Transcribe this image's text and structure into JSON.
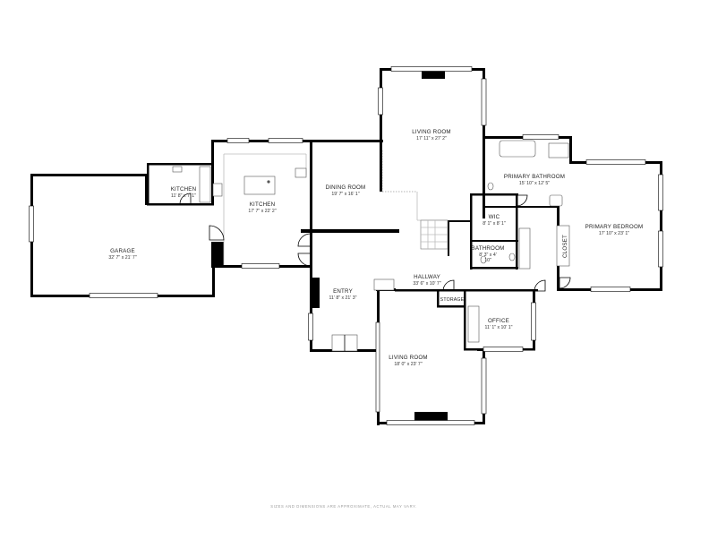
{
  "rooms": {
    "garage": {
      "name": "GARAGE",
      "dims": "32' 7\" x 21' 7\""
    },
    "kitchen_small": {
      "name": "KITCHEN",
      "dims": "11' 8\" x 7' 1\""
    },
    "kitchen": {
      "name": "KITCHEN",
      "dims": "17' 7\" x 22' 2\""
    },
    "dining": {
      "name": "DINING ROOM",
      "dims": "19' 7\" x 16' 1\""
    },
    "living_top": {
      "name": "LIVING ROOM",
      "dims": "17' 11\" x 27' 2\""
    },
    "primary_bath": {
      "name": "PRIMARY BATHROOM",
      "dims": "15' 10\" x 12' 5\""
    },
    "primary_bed": {
      "name": "PRIMARY BEDROOM",
      "dims": "17' 10\" x 23' 1\""
    },
    "wic": {
      "name": "WIC",
      "dims": "8' 1\" x 8' 1\""
    },
    "bathroom": {
      "name": "BATHROOM",
      "dims": "8' 3\" x 4'",
      "dims2": "10\""
    },
    "closet": {
      "name": "CLOSET"
    },
    "hallway": {
      "name": "HALLWAY",
      "dims": "33' 6\" x 10' 7\""
    },
    "storage": {
      "name": "STORAGE"
    },
    "office": {
      "name": "OFFICE",
      "dims": "11' 1\" x 10' 1\""
    },
    "entry": {
      "name": "ENTRY",
      "dims": "11' 8\" x 21' 3\""
    },
    "living_bottom": {
      "name": "LIVING ROOM",
      "dims": "18' 0\" x 23' 7\""
    }
  },
  "disclaimer": "SIZES AND DIMENSIONS ARE APPROXIMATE, ACTUAL MAY VARY."
}
